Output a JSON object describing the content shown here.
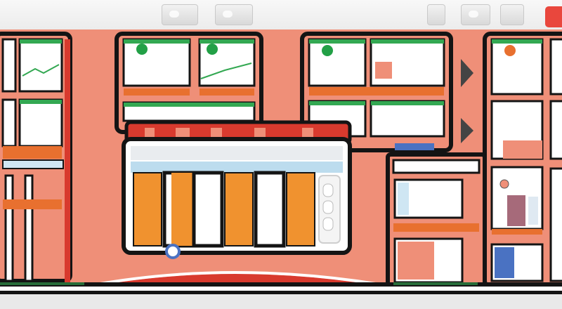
{
  "palette": {
    "salmon": "#ef8f78",
    "outline": "#141414",
    "accent_green": "#33a852",
    "accent_orange": "#e8702f",
    "accent_red": "#d83a2e",
    "accent_blue": "#4a72c2",
    "toolbar": "#eeeeee"
  },
  "toolbar": {
    "buttons": [
      "toolbar-button",
      "toolbar-button",
      "toolbar-button",
      "toolbar-button",
      "toolbar-button"
    ],
    "close_color": "#e9473d"
  },
  "icons": {
    "nav_arrow": "play-arrow-icon",
    "status_dot": "circle-dot-icon",
    "knob": "ring-knob-icon"
  }
}
